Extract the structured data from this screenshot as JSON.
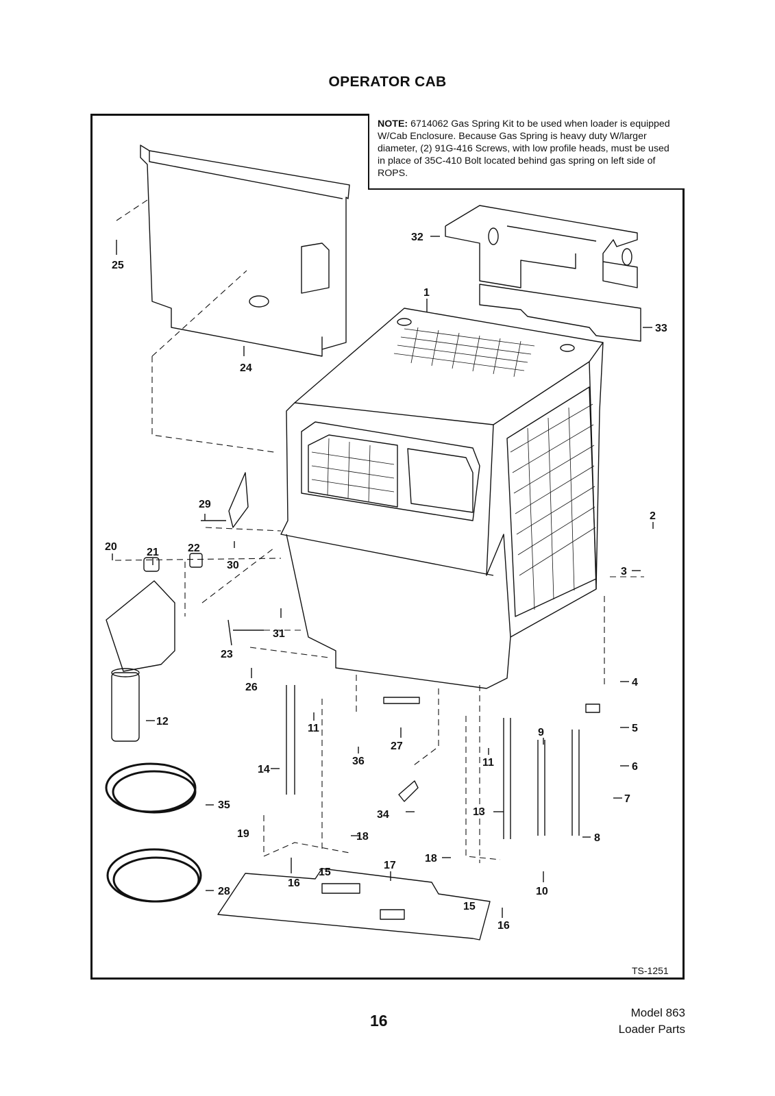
{
  "page": {
    "title": "OPERATOR CAB",
    "note_head": "NOTE:",
    "note_text": "6714062 Gas Spring Kit to be used when loader is equipped W/Cab Enclosure.  Because Gas Spring is heavy duty W/larger diameter, (2) 91G-416 Screws, with low profile heads, must be used in place of 35C-410 Bolt located behind gas spring on left side of ROPS.",
    "figure_id": "TS-1251",
    "page_number": "16",
    "model_line1": "Model 863",
    "model_line2": "Loader Parts"
  },
  "labels": [
    "1",
    "2",
    "3",
    "4",
    "5",
    "6",
    "7",
    "8",
    "9",
    "10",
    "11",
    "11",
    "12",
    "13",
    "14",
    "15",
    "15",
    "16",
    "16",
    "17",
    "18",
    "18",
    "19",
    "20",
    "21",
    "22",
    "23",
    "24",
    "25",
    "26",
    "27",
    "28",
    "29",
    "30",
    "31",
    "32",
    "33",
    "34",
    "35",
    "36"
  ]
}
